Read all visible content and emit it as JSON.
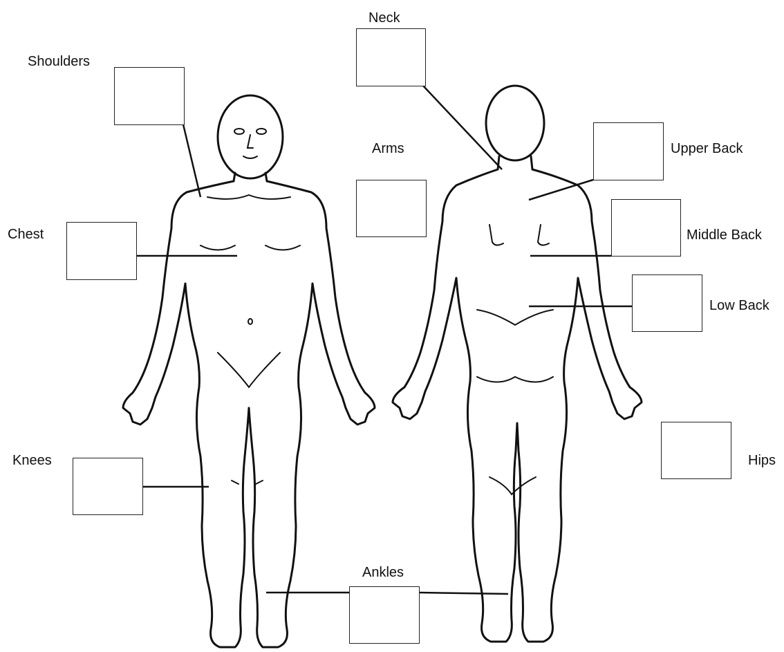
{
  "figure": "front-and-back-body-outline",
  "line_color": "#111111",
  "labels": {
    "neck": "Neck",
    "shoulders": "Shoulders",
    "arms": "Arms",
    "upper_back": "Upper Back",
    "chest": "Chest",
    "middle_back": "Middle Back",
    "low_back": "Low Back",
    "knees": "Knees",
    "hips": "Hips",
    "ankles": "Ankles"
  }
}
